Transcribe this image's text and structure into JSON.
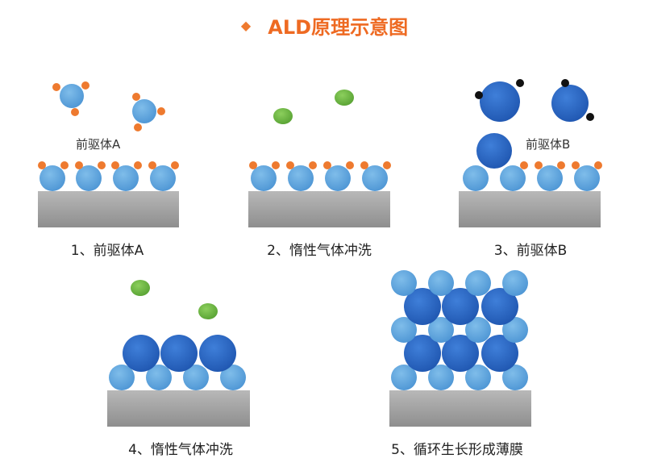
{
  "title": {
    "text": "ALD原理示意图",
    "bullet": "◆"
  },
  "colors": {
    "substrate": "#a4a4a4",
    "light_blue": "#5fa6dd",
    "dark_blue": "#2a66c6",
    "orange": "#ee7a2f",
    "green": "#67b13f",
    "black_ligand": "#111111",
    "title": "#ee6a22"
  },
  "steps": [
    {
      "caption": "1、前驱体A",
      "inline_label": "前驱体A"
    },
    {
      "caption": "2、惰性气体冲洗"
    },
    {
      "caption": "3、前驱体B",
      "inline_label": "前驱体B"
    },
    {
      "caption": "4、惰性气体冲洗"
    },
    {
      "caption": "5、循环生长形成薄膜"
    }
  ]
}
